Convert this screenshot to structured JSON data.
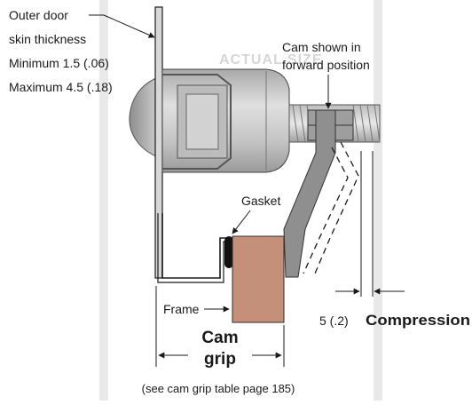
{
  "labels": {
    "skin_line1": "Outer door",
    "skin_line2": "skin thickness",
    "skin_min": "Minimum 1.5 (.06)",
    "skin_max": "Maximum 4.5 (.18)",
    "cam_line1": "Cam shown in",
    "cam_line2": "forward position",
    "gasket": "Gasket",
    "frame": "Frame",
    "compression_value": "5 (.2)",
    "compression_word": "Compression",
    "cam_grip_line1": "Cam",
    "cam_grip_line2": "grip",
    "cam_grip_note": "(see cam grip table page 185)"
  },
  "watermark": "ACTUAL SIZE",
  "colors": {
    "cam_block": "#c4907a",
    "body_gray": "#c9c9c9",
    "dark_gray": "#8c8c8c",
    "line": "#1a1a1a",
    "background_stripe": "#e6e6e6"
  }
}
